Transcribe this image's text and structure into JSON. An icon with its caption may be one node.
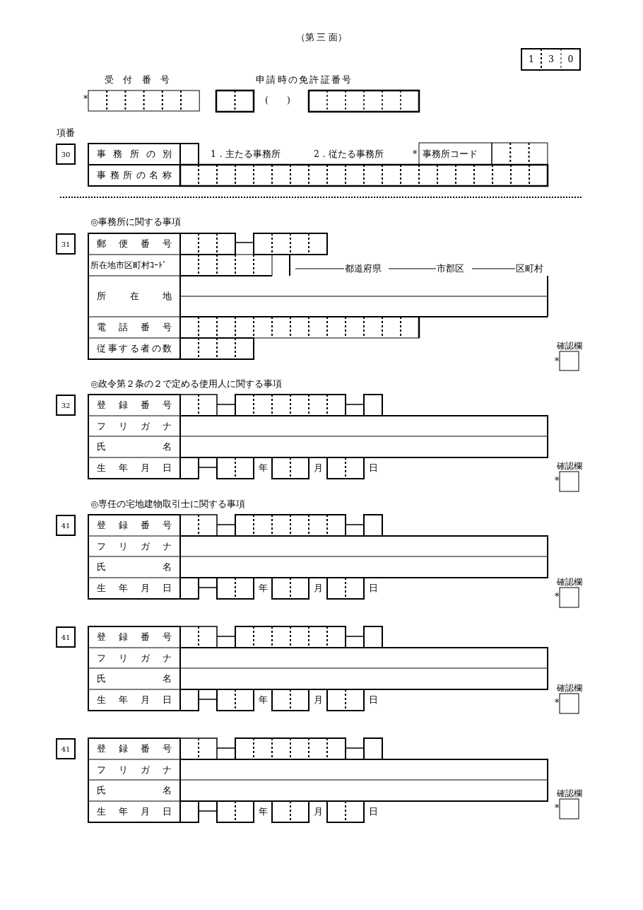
{
  "diagram": {
    "title": "（第 三 面）",
    "nodes": [
      {
        "text": [
          "30"
        ]
      },
      {
        "text": [
          "31"
        ]
      },
      {
        "text": [
          "32"
        ]
      },
      {
        "text": [
          "41"
        ]
      },
      {
        "text": [
          "41"
        ]
      },
      {
        "text": [
          "41"
        ]
      }
    ],
    "edges": [],
    "labels": [
      "1",
      "3",
      "0",
      "受付番号",
      "*",
      "申請時の免許証番号",
      "(　　)",
      "項番",
      "事務所の別",
      "1．主たる事務所",
      "2．従たる事務所",
      "*",
      "事務所コード",
      "事務所の名称",
      "◎事務所に関する事項",
      "郵便番号",
      "所在地市区町村ｺｰﾄﾞ",
      "都道府県",
      "市郡区",
      "区町村",
      "所在地",
      "電話番号",
      "従事する者の数",
      "確認欄",
      "*",
      "◎政令第２条の２で定める使用人に関する事項",
      "登録番号",
      "フリガナ",
      "氏名",
      "生年月日",
      "年",
      "月",
      "日",
      "確認欄",
      "*",
      "◎専任の宅地建物取引士に関する事項",
      "登録番号",
      "フリガナ",
      "氏名",
      "生年月日",
      "年",
      "月",
      "日",
      "確認欄",
      "*",
      "登録番号",
      "フリガナ",
      "氏名",
      "生年月日",
      "年",
      "月",
      "日",
      "確認欄",
      "*",
      "登録番号",
      "フリガナ",
      "氏名",
      "生年月日",
      "年",
      "月",
      "日",
      "確認欄",
      "*"
    ]
  }
}
